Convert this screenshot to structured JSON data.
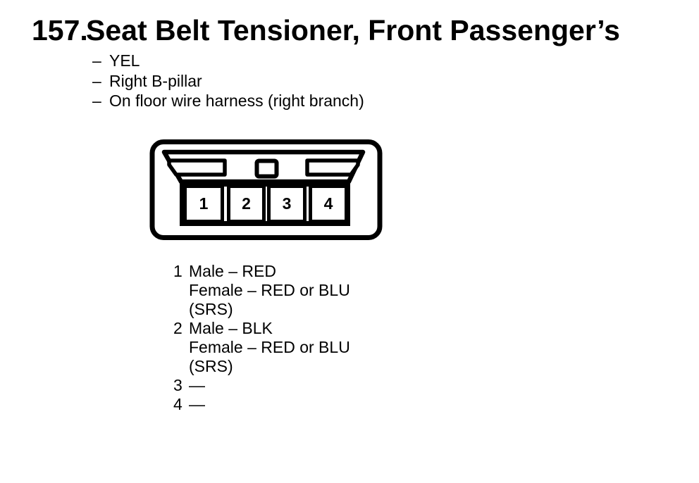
{
  "page": {
    "background": "#ffffff",
    "ink": "#000000"
  },
  "figure": {
    "number": "157.",
    "title": "Seat Belt Tensioner, Front Passenger’s"
  },
  "attributes": {
    "dash": "–",
    "items": [
      "YEL",
      "Right B-pillar",
      "On floor wire harness (right branch)"
    ]
  },
  "connector": {
    "description": "4-cavity connector, front view",
    "cavities": [
      "1",
      "2",
      "3",
      "4"
    ]
  },
  "pinout": [
    {
      "pin": "1",
      "lines": [
        "Male – RED",
        "Female – RED or BLU",
        "(SRS)"
      ]
    },
    {
      "pin": "2",
      "lines": [
        "Male – BLK",
        "Female – RED or BLU",
        "(SRS)"
      ]
    },
    {
      "pin": "3",
      "lines": [
        "—"
      ]
    },
    {
      "pin": "4",
      "lines": [
        "—"
      ]
    }
  ]
}
